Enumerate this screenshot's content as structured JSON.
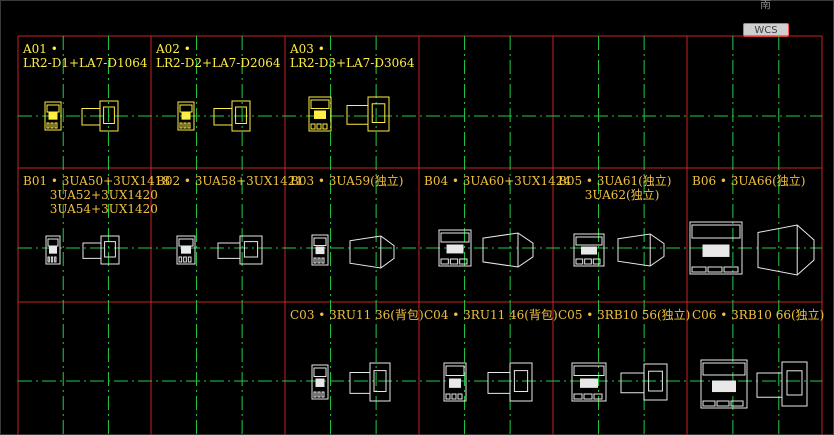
{
  "viewport": {
    "top_hint": "南",
    "ucs_label": "WCS"
  },
  "cells": [
    {
      "id": "A01",
      "lines": [
        "A01 •",
        "LR2-D1+LA7-D1064"
      ],
      "row": 0,
      "col": 0
    },
    {
      "id": "A02",
      "lines": [
        "A02 •",
        "LR2-D2+LA7-D2064"
      ],
      "row": 0,
      "col": 1
    },
    {
      "id": "A03",
      "lines": [
        "A03 •",
        "LR2-D3+LA7-D3064"
      ],
      "row": 0,
      "col": 2
    },
    {
      "id": "B01",
      "lines": [
        "B01 • 3UA50+3UX1418",
        "       3UA52+3UX1420",
        "       3UA54+3UX1420"
      ],
      "row": 1,
      "col": 0
    },
    {
      "id": "B02",
      "lines": [
        "B02 • 3UA58+3UX1421"
      ],
      "row": 1,
      "col": 1
    },
    {
      "id": "B03",
      "lines": [
        "B03 • 3UA59(独立)"
      ],
      "row": 1,
      "col": 2
    },
    {
      "id": "B04",
      "lines": [
        "B04 • 3UA60+3UX1424"
      ],
      "row": 1,
      "col": 3
    },
    {
      "id": "B05",
      "lines": [
        "B05 • 3UA61(独立)",
        "       3UA62(独立)"
      ],
      "row": 1,
      "col": 4
    },
    {
      "id": "B06",
      "lines": [
        "B06 • 3UA66(独立)"
      ],
      "row": 1,
      "col": 5
    },
    {
      "id": "C03",
      "lines": [
        "C03 • 3RU11 36(背包)"
      ],
      "row": 2,
      "col": 2
    },
    {
      "id": "C04",
      "lines": [
        "C04 • 3RU11 46(背包)"
      ],
      "row": 2,
      "col": 3
    },
    {
      "id": "C05",
      "lines": [
        "C05 • 3RB10 56(独立)"
      ],
      "row": 2,
      "col": 4
    },
    {
      "id": "C06",
      "lines": [
        "C06 • 3RB10 66(独立)"
      ],
      "row": 2,
      "col": 5
    }
  ],
  "colors": {
    "grid": "#cc2222",
    "centerline": "#22cc44",
    "label": "#f0c040",
    "label_a": "#ffee44",
    "symbol": "#e8e8e8",
    "symbol_a": "#ffee44"
  }
}
